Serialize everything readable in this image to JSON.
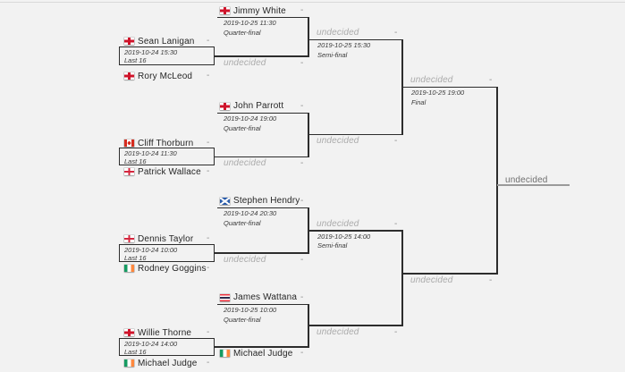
{
  "page": {
    "background": "#f2f2f2",
    "divider_color": "#d9d9d9"
  },
  "colors": {
    "connector": "#2d2d2d",
    "winner_connector": "#9a9a9a",
    "player_text": "#262626",
    "meta_text": "#3a3a3a",
    "undecided_text": "#ababab",
    "winner_text": "#6e6e6e",
    "score_dash": "#8f8f8f"
  },
  "winner": {
    "name": "undecided"
  },
  "matches": [
    {
      "round": "Last 16",
      "date": "2019-10-24 15:30",
      "p1": {
        "name": "Sean Lanigan",
        "flag": "england",
        "score": "-"
      },
      "p2": {
        "name": "Rory McLeod",
        "flag": "england",
        "score": "-"
      }
    },
    {
      "round": "Last 16",
      "date": "2019-10-24 11:30",
      "p1": {
        "name": "Cliff Thorburn",
        "flag": "canada",
        "score": "-"
      },
      "p2": {
        "name": "Patrick Wallace",
        "flag": "northern-ireland",
        "score": "-"
      }
    },
    {
      "round": "Last 16",
      "date": "2019-10-24 10:00",
      "p1": {
        "name": "Dennis Taylor",
        "flag": "northern-ireland",
        "score": "-"
      },
      "p2": {
        "name": "Rodney Goggins",
        "flag": "ireland",
        "score": "-"
      }
    },
    {
      "round": "Last 16",
      "date": "2019-10-24 14:00",
      "p1": {
        "name": "Willie Thorne",
        "flag": "england",
        "score": "-"
      },
      "p2": {
        "name": "Michael Judge",
        "flag": "ireland",
        "score": "-"
      }
    },
    {
      "round": "Quarter-final",
      "date": "2019-10-25 11:30",
      "p1": {
        "name": "Jimmy White",
        "flag": "england",
        "score": "-"
      },
      "p2": {
        "name": "undecided",
        "score": "-"
      }
    },
    {
      "round": "Quarter-final",
      "date": "2019-10-24 19:00",
      "p1": {
        "name": "John Parrott",
        "flag": "england",
        "score": "-"
      },
      "p2": {
        "name": "undecided",
        "score": "-"
      }
    },
    {
      "round": "Quarter-final",
      "date": "2019-10-24 20:30",
      "p1": {
        "name": "Stephen Hendry",
        "flag": "scotland",
        "score": "-"
      },
      "p2": {
        "name": "undecided",
        "score": "-"
      }
    },
    {
      "round": "Quarter-final",
      "date": "2019-10-25 10:00",
      "p1": {
        "name": "James Wattana",
        "flag": "thailand",
        "score": "-"
      },
      "p2": {
        "name": "Michael Judge",
        "flag": "ireland",
        "score": "-"
      }
    },
    {
      "round": "Semi-final",
      "date": "2019-10-25 15:30",
      "p1": {
        "name": "undecided",
        "score": "-"
      },
      "p2": {
        "name": "undecided",
        "score": "-"
      }
    },
    {
      "round": "Semi-final",
      "date": "2019-10-25 14:00",
      "p1": {
        "name": "undecided",
        "score": "-"
      },
      "p2": {
        "name": "undecided",
        "score": "-"
      }
    },
    {
      "round": "Final",
      "date": "2019-10-25 19:00",
      "p1": {
        "name": "undecided",
        "score": "-"
      },
      "p2": {
        "name": "undecided",
        "score": "-"
      }
    }
  ]
}
